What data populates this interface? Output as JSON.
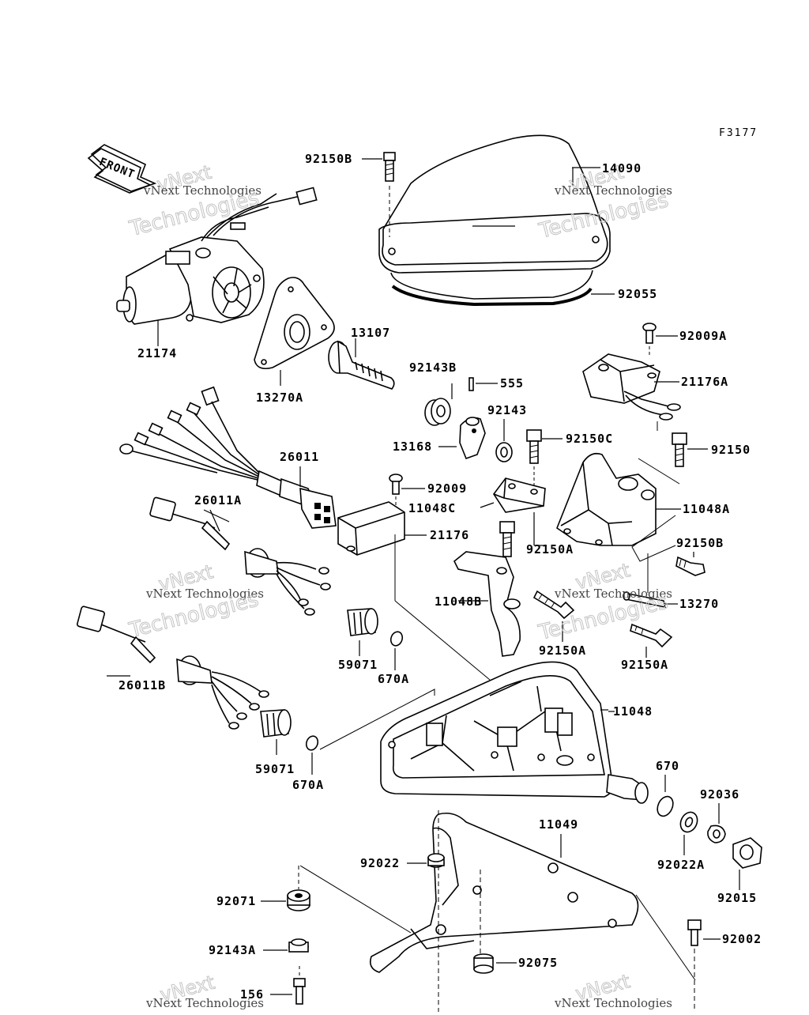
{
  "figure_code": "F3177",
  "front_arrow_label": "FRONT",
  "watermark": {
    "line1": "vNext",
    "line2": "vNext Technologies",
    "line3": "Technologies"
  },
  "labels": {
    "p92150B": "92150B",
    "p14090": "14090",
    "p92055": "92055",
    "p21174": "21174",
    "p13107": "13107",
    "p13270A": "13270A",
    "p92009A": "92009A",
    "p21176A": "21176A",
    "p92143B": "92143B",
    "p555": "555",
    "p92143": "92143",
    "p13168": "13168",
    "p92150C": "92150C",
    "p92150": "92150",
    "p26011": "26011",
    "p92009": "92009",
    "p11048C": "11048C",
    "p11048A": "11048A",
    "p26011A": "26011A",
    "p21176": "21176",
    "p92150A_1": "92150A",
    "p92150B_2": "92150B",
    "p11048B": "11048B",
    "p13270": "13270",
    "p92150A_2": "92150A",
    "p92150A_3": "92150A",
    "p59071_1": "59071",
    "p670A_1": "670A",
    "p26011B": "26011B",
    "p11048": "11048",
    "p59071_2": "59071",
    "p670A_2": "670A",
    "p670": "670",
    "p92036": "92036",
    "p11049": "11049",
    "p92022": "92022",
    "p92022A": "92022A",
    "p92015": "92015",
    "p92071": "92071",
    "p92002": "92002",
    "p92143A": "92143A",
    "p92075": "92075",
    "p156": "156"
  }
}
